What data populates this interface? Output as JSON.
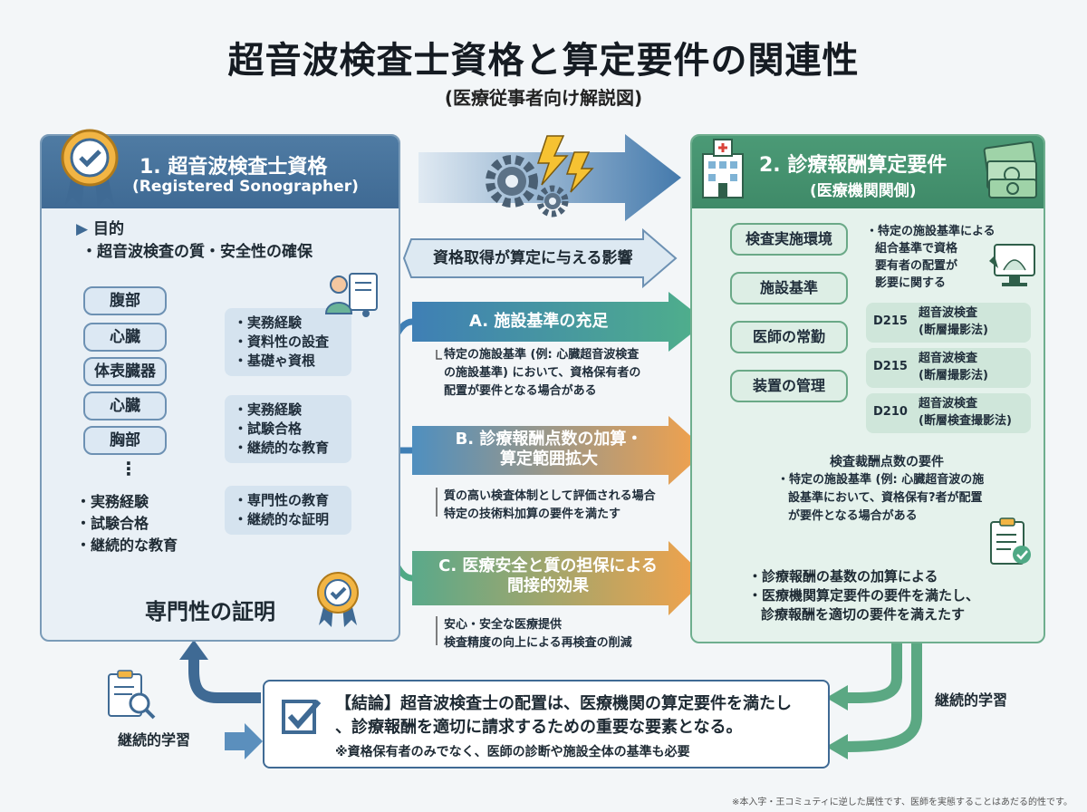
{
  "title": "超音波検査士資格と算定要件の関連性",
  "subtitle": "(医療従事者向け解説図)",
  "left_panel": {
    "heading": "1. 超音波検査士資格",
    "heading_en": "(Registered Sonographer)",
    "purpose_label": "目的",
    "purpose_item": "・超音波検査の質・安全性の確保",
    "fields": [
      "腹部",
      "心臓",
      "体表臓器",
      "心臓",
      "胸部"
    ],
    "ellipsis": "⋮",
    "group1": [
      "・実務経験",
      "・資料性の設査",
      "・基礎ゃ資根"
    ],
    "group2": [
      "・実務経験",
      "・試験合格",
      "・継続的な教育"
    ],
    "group3": [
      "・専門性の教育",
      "・継続的な証明"
    ],
    "bottom_list": [
      "・実務経験",
      "・試験合格",
      "・継続的な教育"
    ],
    "proof": "専門性の証明"
  },
  "middle": {
    "influence": "資格取得が算定に与える影響",
    "a_title": "A. 施設基準の充足",
    "a_desc": [
      "特定の施設基準 (例: 心臓超音波検査",
      "の施設基準) において、資格保有者の",
      "配置が要件となる場合がある"
    ],
    "b_title": [
      "B. 診療報酬点数の加算・",
      "算定範囲拡大"
    ],
    "b_desc": [
      "質の高い検査体制として評価される場合",
      "特定の技術料加算の要件を満たす"
    ],
    "c_title": [
      "C. 医療安全と質の担保による",
      "間接的効果"
    ],
    "c_desc": [
      "安心・安全な医療提供",
      "検査精度の向上による再検査の削減"
    ]
  },
  "right_panel": {
    "heading": "2. 診療報酬算定要件",
    "heading_sub": "(医療機関関側)",
    "items": [
      "検査実施環境",
      "施設基準",
      "医師の常勤",
      "装置の管理"
    ],
    "note": [
      "・特定の施設基準による",
      "組合基準で資格",
      "要有者の配置が",
      "影要に関する"
    ],
    "d_boxes": [
      {
        "code": "D215",
        "line1": "超音波検査",
        "line2": "(断層撮影法)"
      },
      {
        "code": "D215",
        "line1": "超音波検査",
        "line2": "(断層撮影法)"
      },
      {
        "code": "D210",
        "line1": "超音波検査",
        "line2": "(断層検査撮影法)"
      }
    ],
    "points_title": "検査裁酬点数の要件",
    "points_desc": [
      "・特定の施設基準 (例: 心臓超音波の施",
      "設基準において、資格保有?者が配置",
      "が要件となる場合がある"
    ],
    "results": [
      "・診療報酬の基数の加算による",
      "・医療機関算定要件の要件を満たし、",
      "診療報酬を適切の要件を満えたす"
    ]
  },
  "conclusion": {
    "line1": "【結論】超音波検査士の配置は、医療機関の算定要件を満たし",
    "line2": "、診療報酬を適切に請求するための重要な要素となる。",
    "line3": "※資格保有者のみでなく、医師の診断や施設全体の基準も必要"
  },
  "left_loop_label": "継続的学習",
  "right_loop_label": "継続的学習",
  "footnote": "※本入字・王コミュティに逆した属性です、医師を実態することはあだる的性です。",
  "colors": {
    "blue": "#3f6a94",
    "green": "#3f8a68",
    "orange": "#f2a04a"
  }
}
